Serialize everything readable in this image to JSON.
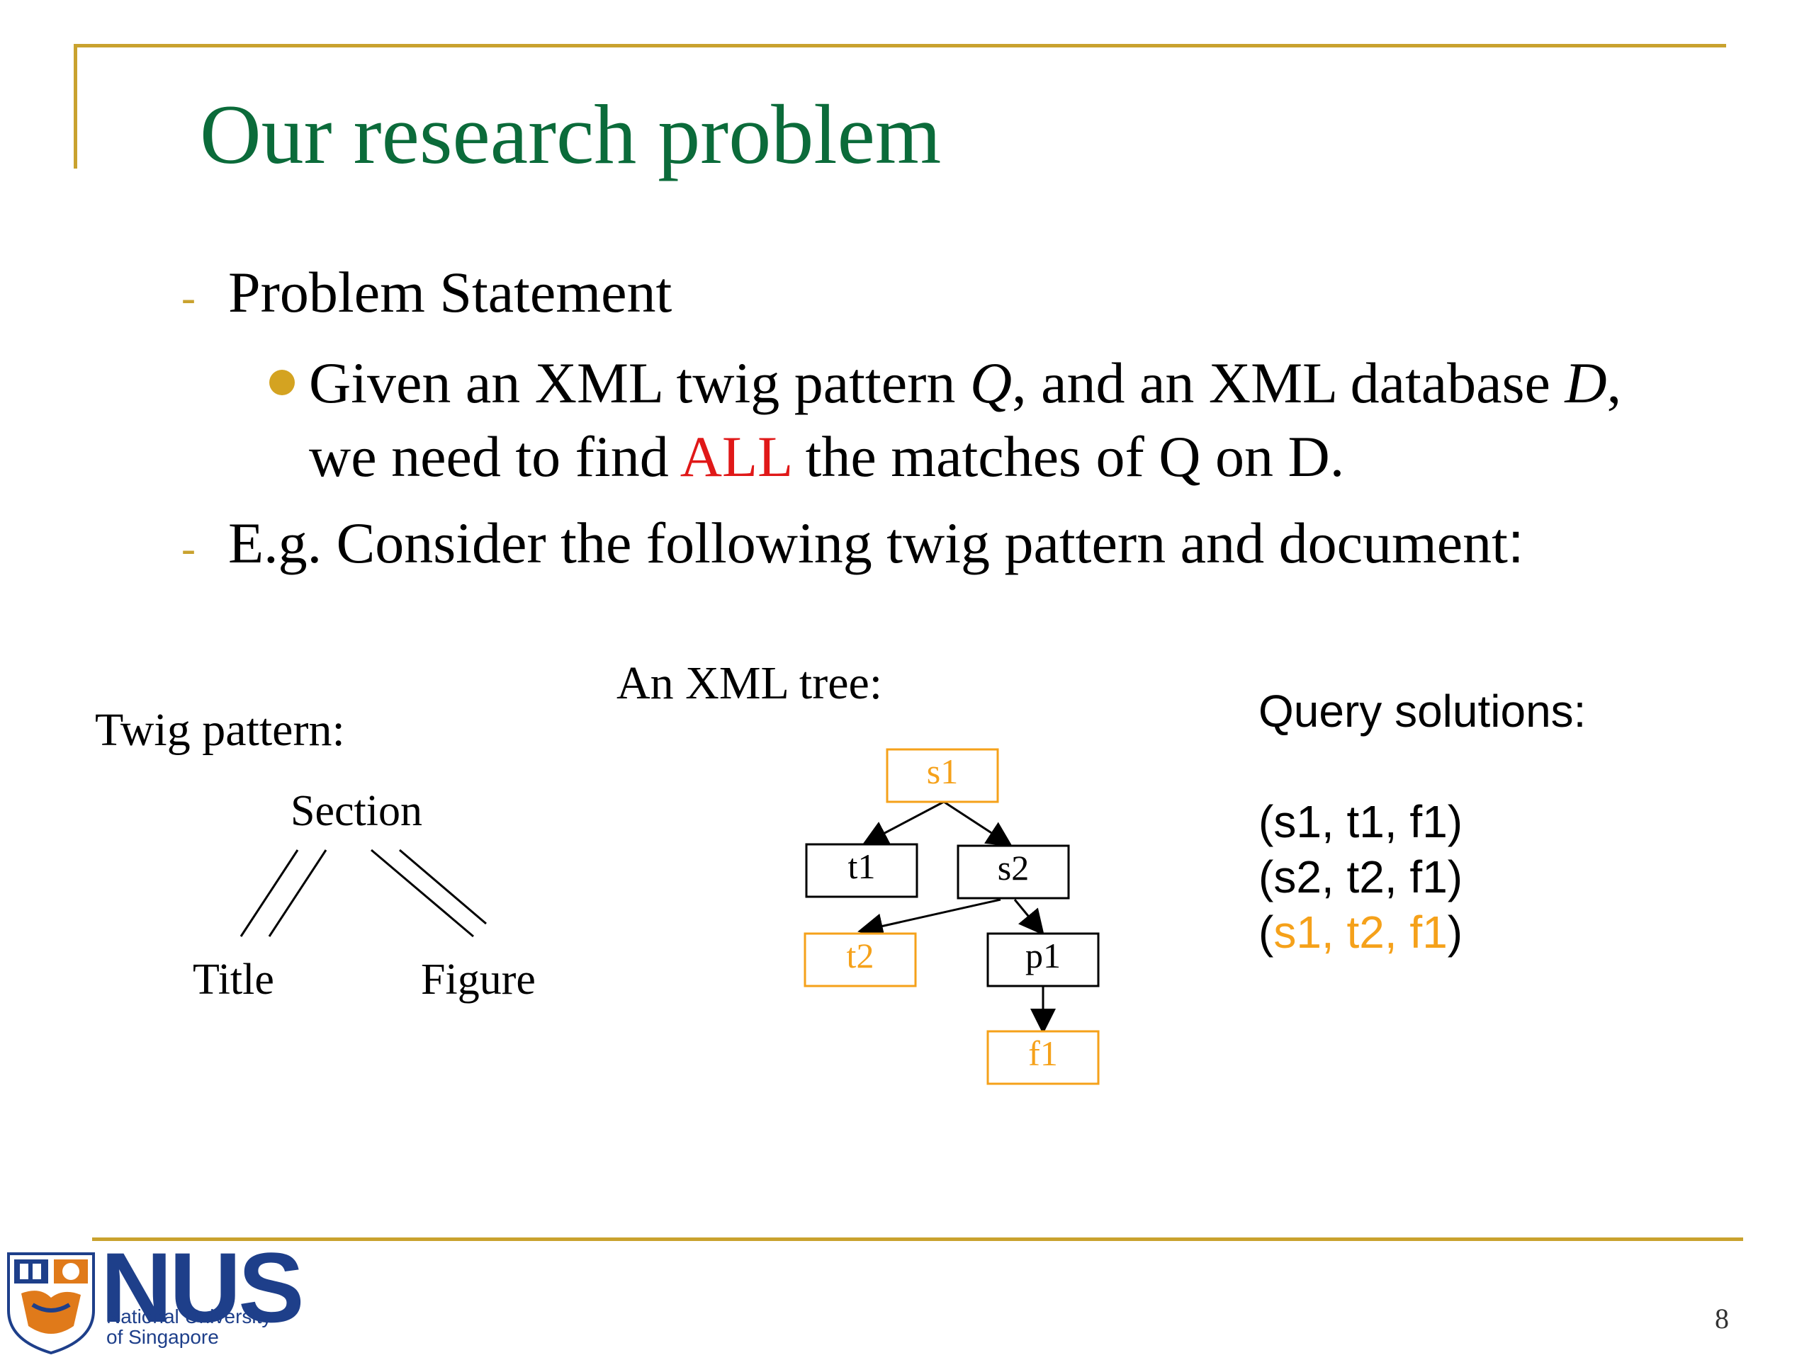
{
  "slide": {
    "title": "Our research problem",
    "page_number": "8"
  },
  "bullets": {
    "item1": "Problem Statement",
    "sub1_part1": "Given an XML twig pattern ",
    "sub1_q": "Q",
    "sub1_part2": ", and an XML database ",
    "sub1_d": "D",
    "sub1_part3": ",",
    "sub1_line2_part1": "we need to find ",
    "sub1_all": "ALL",
    "sub1_line2_part2": " the matches of Q on D.",
    "item2": "E.g. Consider the following twig pattern and document",
    "item2_colon": ":"
  },
  "twig": {
    "heading": "Twig pattern:",
    "root": "Section",
    "left": "Title",
    "right": "Figure"
  },
  "xml_tree": {
    "heading": "An XML tree:",
    "nodes": {
      "s1": "s1",
      "t1": "t1",
      "s2": "s2",
      "t2": "t2",
      "p1": "p1",
      "f1": "f1"
    }
  },
  "solutions": {
    "heading": "Query solutions:",
    "row1": "(s1, t1, f1)",
    "row2": "(s2, t2, f1)",
    "row3_open": "(",
    "row3_mid": "s1, t2, f1",
    "row3_close": ")"
  },
  "logo": {
    "name": "NUS",
    "sub_line1": "National University",
    "sub_line2": "of Singapore"
  },
  "colors": {
    "title_green": "#0b6b3a",
    "gold": "#c9a22e",
    "highlight_red": "#e01818",
    "match_orange": "#f5a11a",
    "nus_blue": "#1e3f8a"
  }
}
